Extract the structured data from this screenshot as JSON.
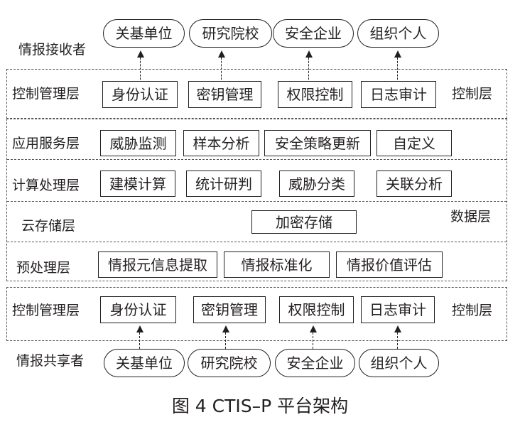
{
  "receiver": {
    "label": "情报接收者",
    "nodes": [
      "关基单位",
      "研究院校",
      "安全企业",
      "组织个人"
    ]
  },
  "sharer": {
    "label": "情报共享者",
    "nodes": [
      "关基单位",
      "研究院校",
      "安全企业",
      "组织个人"
    ]
  },
  "control_top": {
    "row_label": "控制管理层",
    "items": [
      "身份认证",
      "密钥管理",
      "权限控制",
      "日志审计"
    ],
    "group_label": "控制层"
  },
  "control_bottom": {
    "row_label": "控制管理层",
    "items": [
      "身份认证",
      "密钥管理",
      "权限控制",
      "日志审计"
    ],
    "group_label": "控制层"
  },
  "data_layer": {
    "group_label": "数据层",
    "rows": [
      {
        "label": "应用服务层",
        "items": [
          "威胁监测",
          "样本分析",
          "安全策略更新",
          "自定义"
        ]
      },
      {
        "label": "计算处理层",
        "items": [
          "建模计算",
          "统计研判",
          "威胁分类",
          "关联分析"
        ]
      },
      {
        "label": "云存储层",
        "items": [
          "加密存储"
        ]
      },
      {
        "label": "预处理层",
        "items": [
          "情报元信息提取",
          "情报标准化",
          "情报价值评估"
        ]
      }
    ]
  },
  "caption": "图 4 CTIS–P 平台架构"
}
